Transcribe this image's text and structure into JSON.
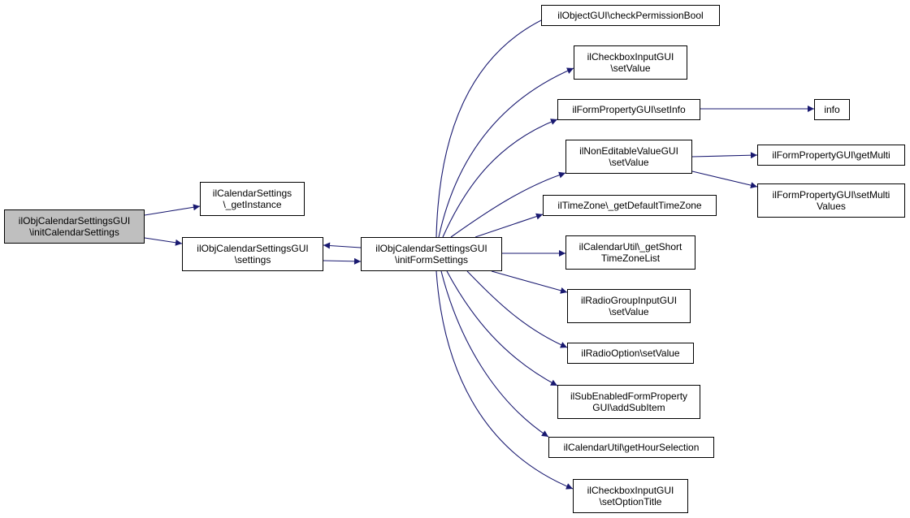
{
  "colors": {
    "edge": "#191970",
    "root_fill": "#bfbfbf",
    "node_fill": "#ffffff",
    "border": "#000000"
  },
  "nodes": [
    {
      "id": "root",
      "lines": [
        "ilObjCalendarSettingsGUI",
        "\\initCalendarSettings"
      ]
    },
    {
      "id": "getInstance",
      "lines": [
        "ilCalendarSettings",
        "\\_getInstance"
      ]
    },
    {
      "id": "settings",
      "lines": [
        "ilObjCalendarSettingsGUI",
        "\\settings"
      ]
    },
    {
      "id": "initForm",
      "lines": [
        "ilObjCalendarSettingsGUI",
        "\\initFormSettings"
      ]
    },
    {
      "id": "checkPerm",
      "lines": [
        "ilObjectGUI\\checkPermissionBool"
      ]
    },
    {
      "id": "cbSetValue",
      "lines": [
        "ilCheckboxInputGUI",
        "\\setValue"
      ]
    },
    {
      "id": "setInfo",
      "lines": [
        "ilFormPropertyGUI\\setInfo"
      ]
    },
    {
      "id": "info",
      "lines": [
        "info"
      ]
    },
    {
      "id": "nevSetValue",
      "lines": [
        "ilNonEditableValueGUI",
        "\\setValue"
      ]
    },
    {
      "id": "getMulti",
      "lines": [
        "ilFormPropertyGUI\\getMulti"
      ]
    },
    {
      "id": "setMulti",
      "lines": [
        "ilFormPropertyGUI\\setMulti",
        "Values"
      ]
    },
    {
      "id": "tz",
      "lines": [
        "ilTimeZone\\_getDefaultTimeZone"
      ]
    },
    {
      "id": "tzList",
      "lines": [
        "ilCalendarUtil\\_getShort",
        "TimeZoneList"
      ]
    },
    {
      "id": "rgSetValue",
      "lines": [
        "ilRadioGroupInputGUI",
        "\\setValue"
      ]
    },
    {
      "id": "roSetValue",
      "lines": [
        "ilRadioOption\\setValue"
      ]
    },
    {
      "id": "addSub",
      "lines": [
        "ilSubEnabledFormProperty",
        "GUI\\addSubItem"
      ]
    },
    {
      "id": "hourSel",
      "lines": [
        "ilCalendarUtil\\getHourSelection"
      ]
    },
    {
      "id": "optTitle",
      "lines": [
        "ilCheckboxInputGUI",
        "\\setOptionTitle"
      ]
    }
  ]
}
